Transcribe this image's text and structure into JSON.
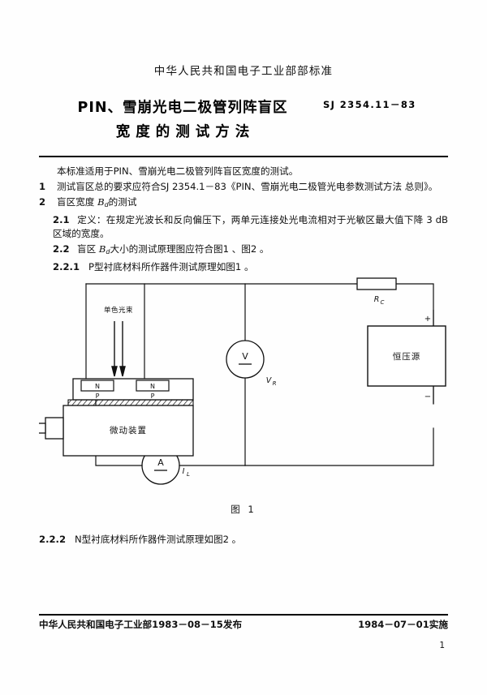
{
  "header": {
    "ministry": "中华人民共和国电子工业部部标准",
    "title_line1": "PIN、雪崩光电二极管列阵盲区",
    "title_line2": "宽度的测试方法",
    "standard_number": "SJ 2354.11－83"
  },
  "body": {
    "scope": "本标准适用于PIN、雪崩光电二极管列阵盲区宽度的测试。",
    "clause1_num": "1",
    "clause1_text": "测试盲区总的要求应符合SJ 2354.1－83《PIN、雪崩光电二极管光电参数测试方法  总则》。",
    "clause2_num": "2",
    "clause2_text_a": "盲区宽度 ",
    "clause2_symbol": "B",
    "clause2_symbol_sub": "d",
    "clause2_text_b": "的测试",
    "clause21_num": "2.1",
    "clause21_text": "定义：在规定光波长和反向偏压下，两单元连接处光电流相对于光敏区最大值下降 3 dB 区域的宽度。",
    "clause22_num": "2.2",
    "clause22_text_a": "盲区 ",
    "clause22_symbol": "B",
    "clause22_symbol_sub": "d",
    "clause22_text_b": "大小的测试原理图应符合图1 、图2 。",
    "clause221_num": "2.2.1",
    "clause221_text": "P型衬底材料所作器件测试原理如图1 。",
    "clause222_num": "2.2.2",
    "clause222_text": "N型衬底材料所作器件测试原理如图2 。"
  },
  "figure": {
    "caption": "图 1",
    "light_beam_label": "单色光束",
    "region_n_left": "N",
    "region_n_right": "N",
    "region_p_left": "P",
    "region_p_right": "P",
    "stage_label": "微动装置",
    "resistor_label": "R",
    "resistor_label_sub": "C",
    "voltmeter_symbol": "V",
    "voltmeter_label": "V",
    "voltmeter_label_sub": "R",
    "ammeter_symbol": "A",
    "ammeter_label": "I",
    "ammeter_label_sub": "L",
    "supply_label": "恒压源",
    "supply_plus": "+",
    "supply_minus": "−"
  },
  "footer": {
    "issuer": "中华人民共和国电子工业部1983－08－15发布",
    "effective": "1984－07－01实施",
    "page_number": "1"
  }
}
